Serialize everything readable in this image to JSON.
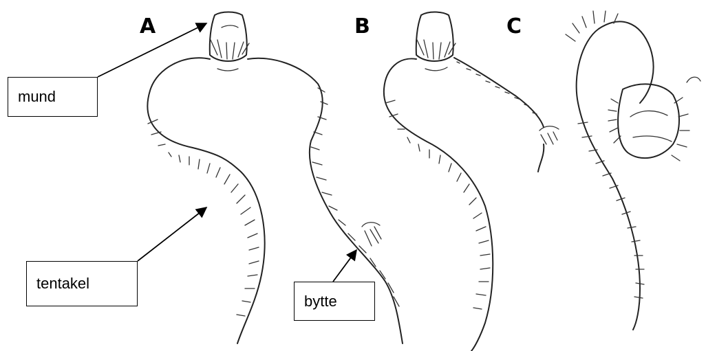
{
  "panels": {
    "a": "A",
    "b": "B",
    "c": "C"
  },
  "labels": {
    "mouth": "mund",
    "tentacle": "tentakel",
    "prey": "bytte"
  }
}
